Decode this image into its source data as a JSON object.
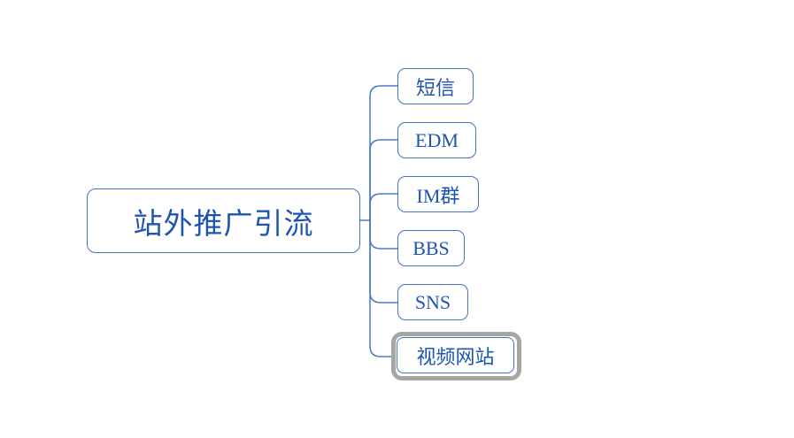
{
  "mindmap": {
    "root": {
      "label": "站外推广引流"
    },
    "children": [
      {
        "label": "短信",
        "selected": false
      },
      {
        "label": "EDM",
        "selected": false
      },
      {
        "label": "IM群",
        "selected": false
      },
      {
        "label": "BBS",
        "selected": false
      },
      {
        "label": "SNS",
        "selected": false
      },
      {
        "label": "视频网站",
        "selected": true
      }
    ],
    "colors": {
      "node_border": "#4472c4",
      "node_text": "#1d55b0",
      "connector_line": "#4a78c2",
      "selection_ring": "#a6a6a6",
      "background": "#ffffff"
    }
  }
}
